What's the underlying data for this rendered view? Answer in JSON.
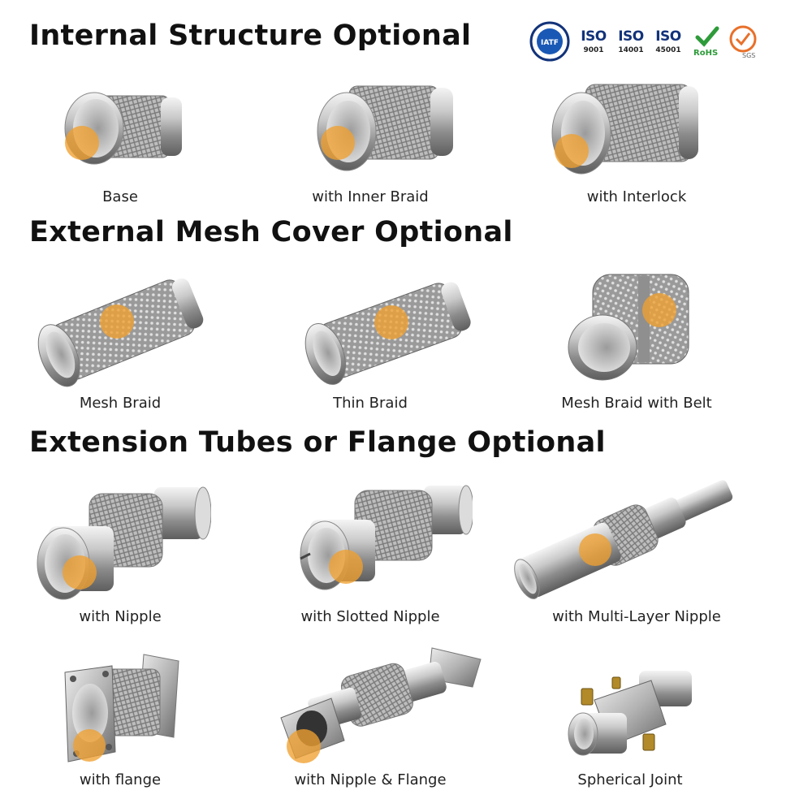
{
  "sections": {
    "internal": "Internal Structure Optional",
    "external": "External Mesh Cover Optional",
    "extension": "Extension Tubes or Flange Optional"
  },
  "certifications": {
    "iatf": "IATF",
    "iso_label": "ISO",
    "iso_9001": "9001",
    "iso_14001": "14001",
    "iso_45001": "45001",
    "rohs": "RoHS",
    "sgs": "SGS"
  },
  "captions": {
    "base": "Base",
    "inner_braid": "with Inner Braid",
    "interlock": "with Interlock",
    "mesh_braid": "Mesh Braid",
    "thin_braid": "Thin Braid",
    "mesh_belt": "Mesh Braid with Belt",
    "nipple": "with Nipple",
    "slotted": "with Slotted Nipple",
    "multilayer": "with Multi-Layer Nipple",
    "flange": "with flange",
    "nipple_flange": "with Nipple & Flange",
    "spherical": "Spherical Joint"
  },
  "colors": {
    "highlight": "#f0a030",
    "iso_blue": "#13337a",
    "rohs_green": "#2e9b3a"
  },
  "icons": [
    "iatf-seal-icon",
    "iso-9001-icon",
    "iso-14001-icon",
    "iso-45001-icon",
    "rohs-check-icon",
    "sgs-icon",
    "orange-dot-icon"
  ]
}
